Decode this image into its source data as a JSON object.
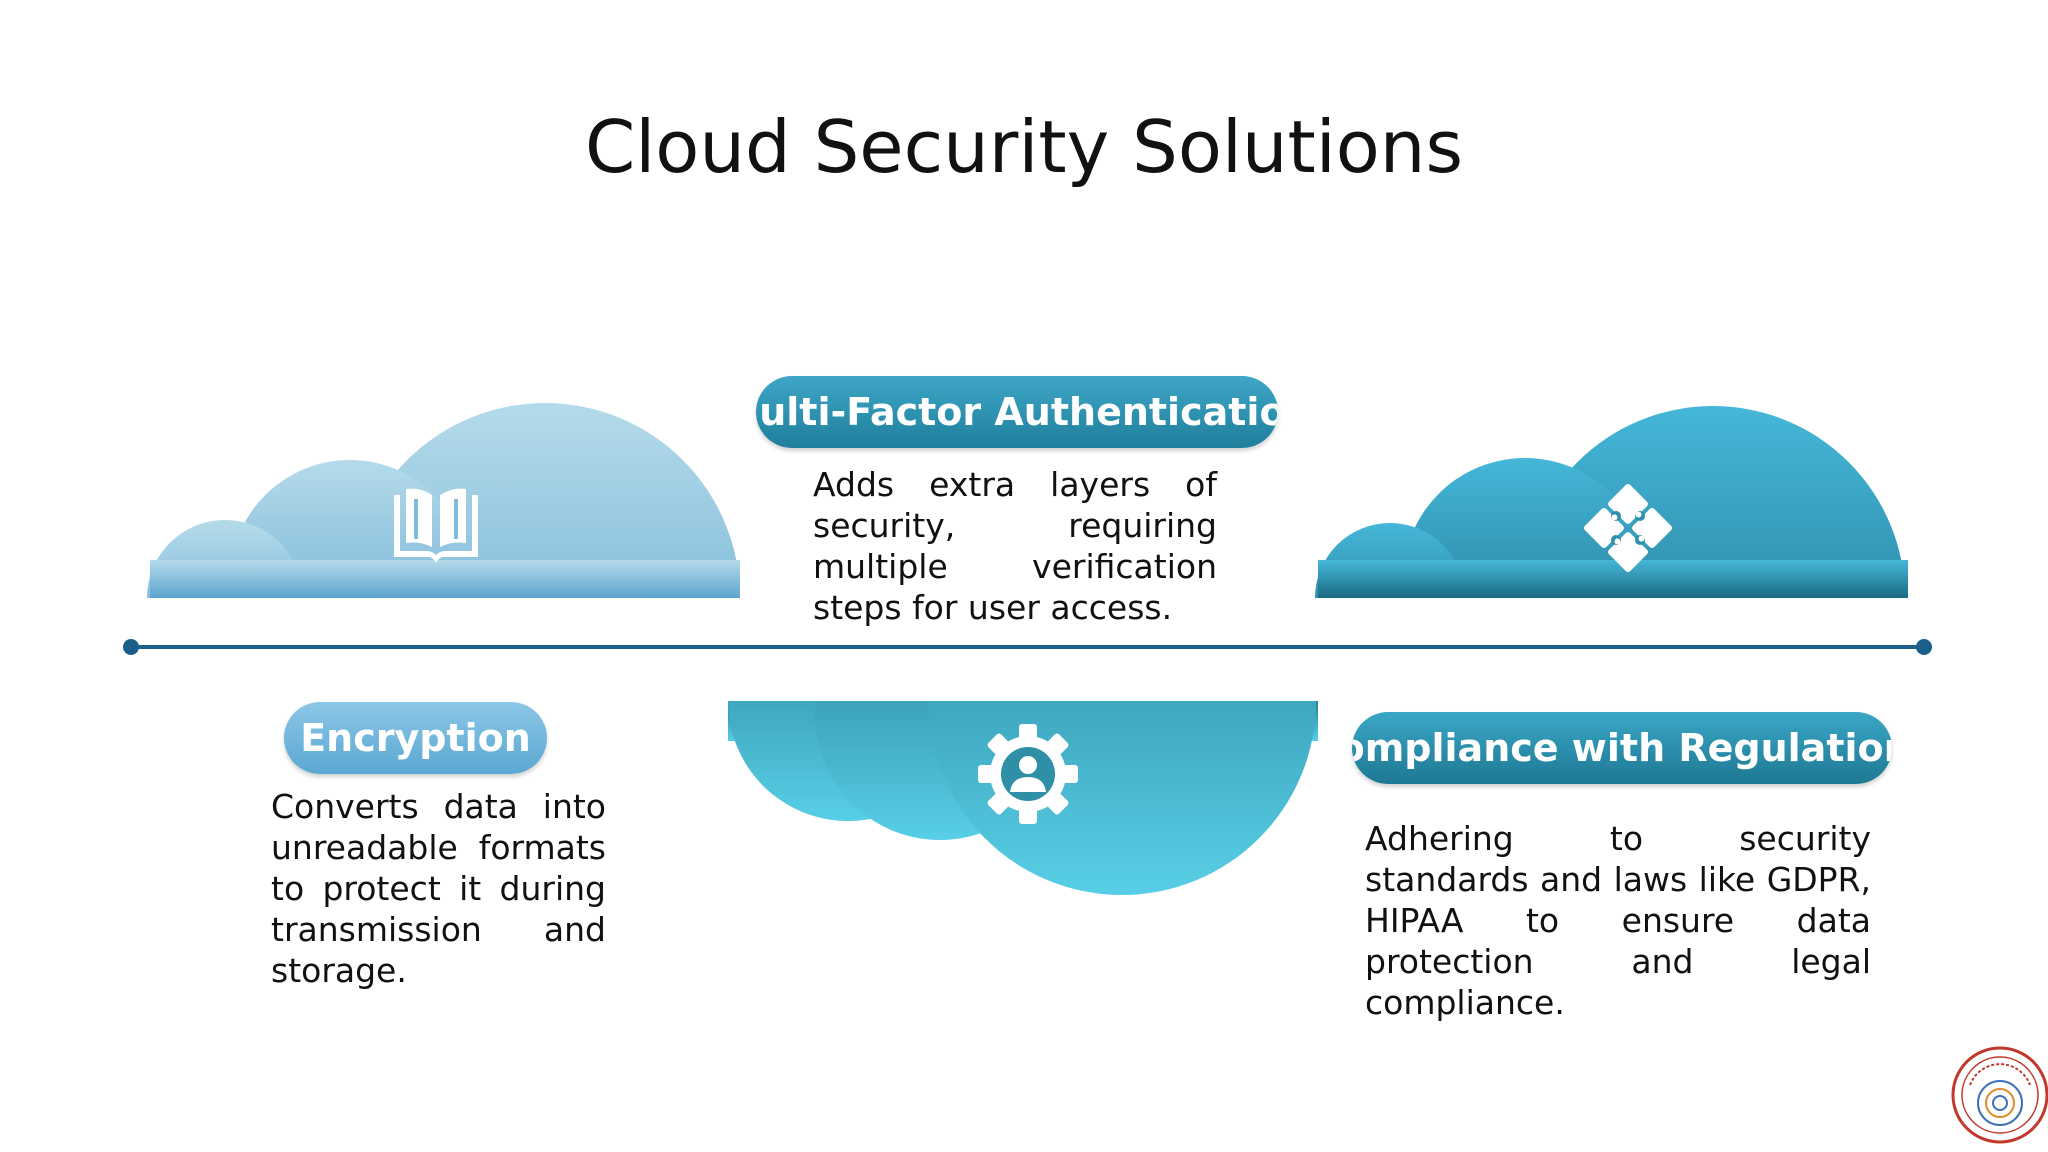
{
  "slide": {
    "title": "Cloud Security Solutions"
  },
  "items": [
    {
      "heading": "Multi-Factor Authentication",
      "description": "Adds extra layers of security, requiring multiple verification steps for user access.",
      "icon": "book-icon",
      "cloud_color": "#5fa9d1"
    },
    {
      "heading": "Encryption",
      "description": "Converts data into unreadable formats to protect it during transmission and storage.",
      "icon": "gear-user-icon",
      "cloud_color": "#2f8da6"
    },
    {
      "heading": "Compliance with Regulations",
      "description": "Adhering to security standards and laws like GDPR, HIPAA to ensure data protection and legal compliance.",
      "icon": "puzzle-icon",
      "cloud_color": "#1e6f86"
    }
  ],
  "colors": {
    "timeline": "#1a5e8a",
    "pill_light": "#8cc6e6",
    "pill_teal": "#2b8fac"
  },
  "seal": {
    "icon": "university-seal-icon"
  }
}
